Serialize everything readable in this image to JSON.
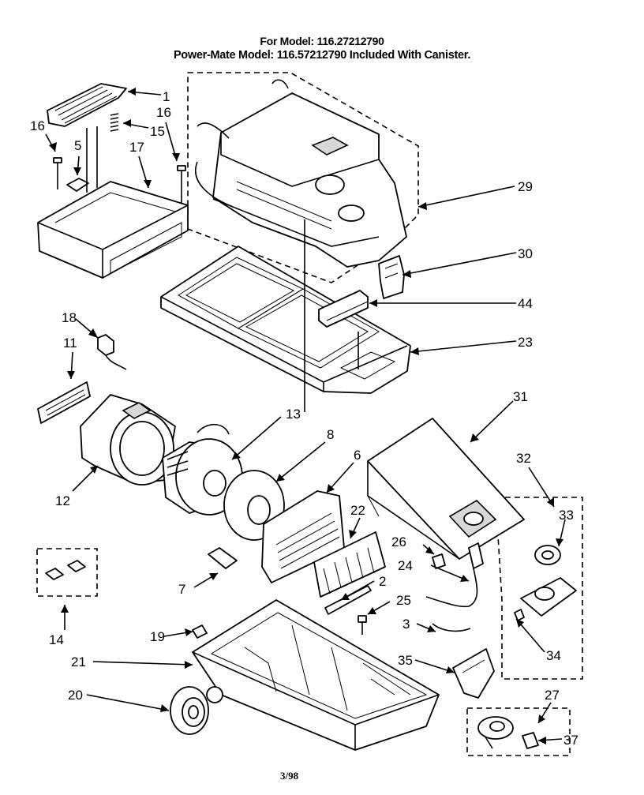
{
  "header": {
    "line1": "For Model: 116.27212790",
    "line2": "Power-Mate Model: 116.57212790 Included With Canister."
  },
  "footer": {
    "date": "3/98"
  },
  "callouts": [
    {
      "n": "1"
    },
    {
      "n": "16"
    },
    {
      "n": "15"
    },
    {
      "n": "16"
    },
    {
      "n": "5"
    },
    {
      "n": "17"
    },
    {
      "n": "29"
    },
    {
      "n": "30"
    },
    {
      "n": "44"
    },
    {
      "n": "23"
    },
    {
      "n": "18"
    },
    {
      "n": "11"
    },
    {
      "n": "13"
    },
    {
      "n": "8"
    },
    {
      "n": "6"
    },
    {
      "n": "31"
    },
    {
      "n": "12"
    },
    {
      "n": "22"
    },
    {
      "n": "32"
    },
    {
      "n": "33"
    },
    {
      "n": "26"
    },
    {
      "n": "24"
    },
    {
      "n": "7"
    },
    {
      "n": "2"
    },
    {
      "n": "25"
    },
    {
      "n": "3"
    },
    {
      "n": "14"
    },
    {
      "n": "19"
    },
    {
      "n": "34"
    },
    {
      "n": "35"
    },
    {
      "n": "21"
    },
    {
      "n": "20"
    },
    {
      "n": "27"
    },
    {
      "n": "37"
    }
  ]
}
